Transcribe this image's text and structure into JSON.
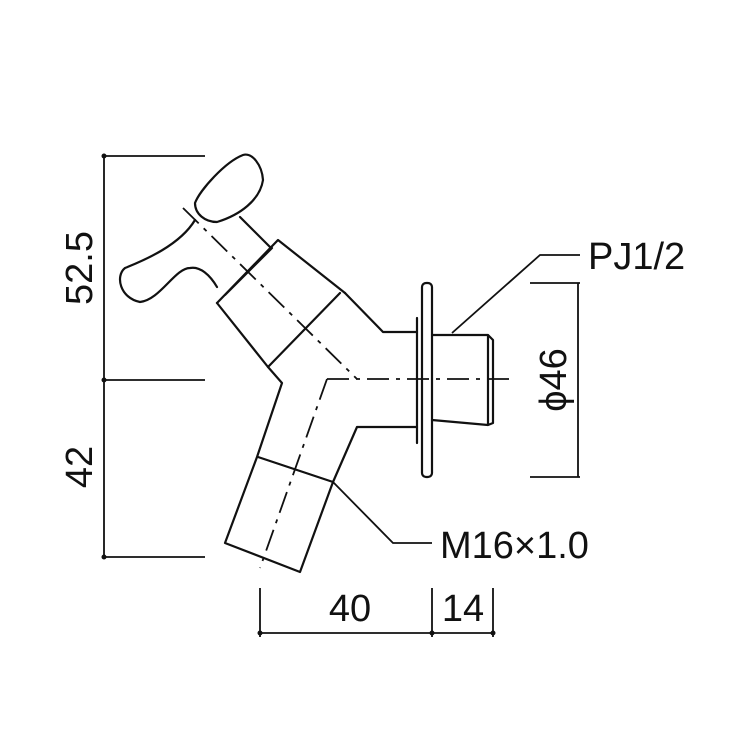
{
  "title": "Faucet dimension drawing",
  "dimensions": {
    "upper_height": "52.5",
    "lower_height": "42",
    "spout_projection": "40",
    "thread_length": "14",
    "flange_diameter": "ϕ46"
  },
  "callouts": {
    "pipe_thread": "PJ1/2",
    "spout_thread": "M16×1.0"
  }
}
